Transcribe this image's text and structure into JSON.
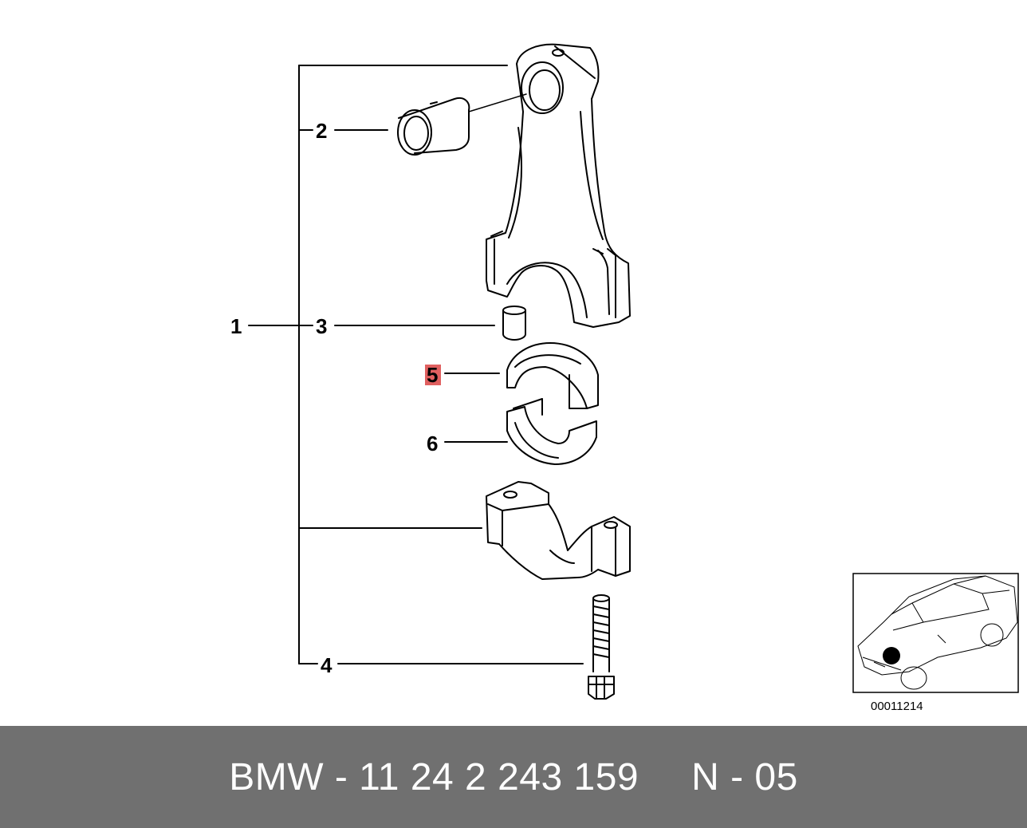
{
  "diagram": {
    "callouts": {
      "c1": "1",
      "c2": "2",
      "c3": "3",
      "c4": "4",
      "c5": "5",
      "c6": "6"
    },
    "highlight_color": "#e06060",
    "reference_code": "00011214"
  },
  "footer": {
    "part_label": "BMW - 11 24 2 243 159",
    "position_label": "N - 05",
    "background": "#707070"
  }
}
